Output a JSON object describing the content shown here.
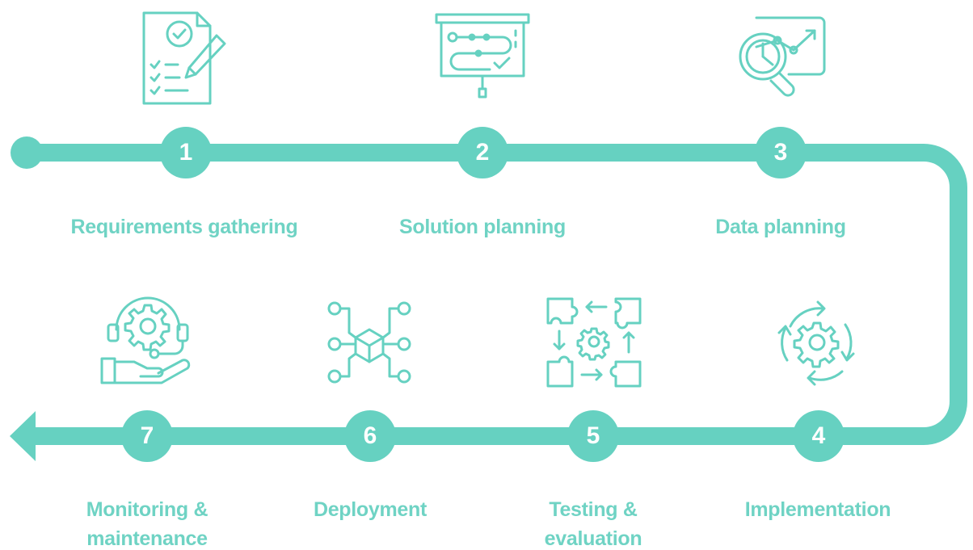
{
  "colors": {
    "accent": "#66d1c1",
    "text": "#6fd3c4",
    "background": "#ffffff"
  },
  "steps": [
    {
      "number": "1",
      "label": "Requirements gathering",
      "icon": "checklist-pencil-icon"
    },
    {
      "number": "2",
      "label": "Solution planning",
      "icon": "presentation-board-icon"
    },
    {
      "number": "3",
      "label": "Data planning",
      "icon": "analytics-magnifier-icon"
    },
    {
      "number": "4",
      "label": "Implementation",
      "icon": "gear-cycle-icon"
    },
    {
      "number": "5",
      "label": "Testing &\nevaluation",
      "icon": "puzzle-gear-icon"
    },
    {
      "number": "6",
      "label": "Deployment",
      "icon": "cube-network-icon"
    },
    {
      "number": "7",
      "label": "Monitoring &\nmaintenance",
      "icon": "support-hand-gear-icon"
    }
  ]
}
